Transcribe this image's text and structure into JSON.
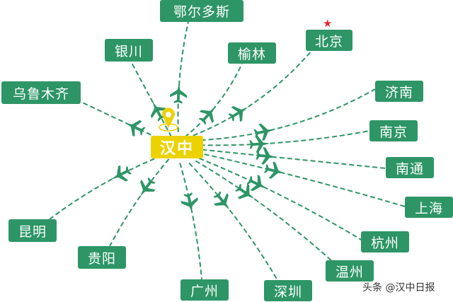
{
  "hub": "汉中",
  "destinations": [
    "鄂尔多斯",
    "银川",
    "榆林",
    "北京",
    "乌鲁木齐",
    "济南",
    "南京",
    "南通",
    "上海",
    "杭州",
    "温州",
    "深圳",
    "广州",
    "贵阳",
    "昆明"
  ],
  "capital_marker": "star-icon",
  "watermark": "头条 @汉中日报",
  "colors": {
    "route": "#2e9566",
    "hub": "#ecd200",
    "star": "#e8262a"
  }
}
